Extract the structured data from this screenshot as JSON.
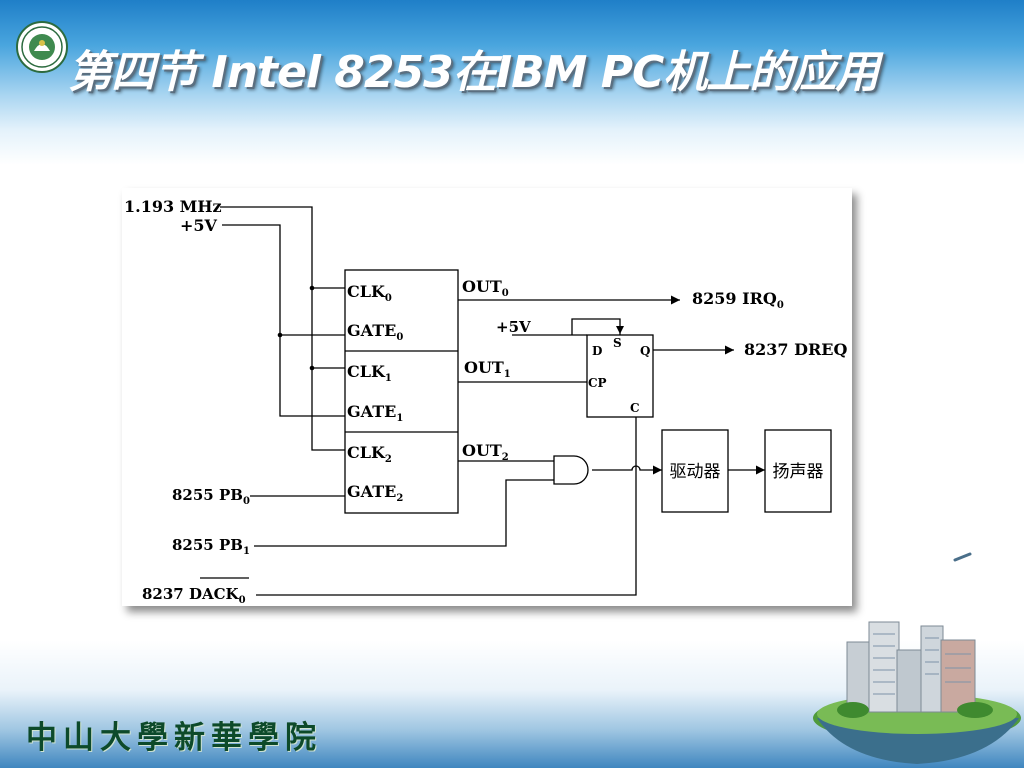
{
  "slide": {
    "title": "第四节 Intel 8253在IBM PC机上的应用",
    "footer_text": "中山大學新華學院",
    "logo_icon": "university-seal-icon",
    "building_icon": "campus-building-island-icon"
  },
  "diagram": {
    "inputs": {
      "clock": "1.193 MHz",
      "vcc": "+5V",
      "pb0": "8255 PB",
      "pb0_sub": "0",
      "pb1": "8255 PB",
      "pb1_sub": "1",
      "dack": "8237 DACK",
      "dack_sub": "0"
    },
    "counter": {
      "clk0": "CLK",
      "clk0_sub": "0",
      "gate0": "GATE",
      "gate0_sub": "0",
      "clk1": "CLK",
      "clk1_sub": "1",
      "gate1": "GATE",
      "gate1_sub": "1",
      "clk2": "CLK",
      "clk2_sub": "2",
      "gate2": "GATE",
      "gate2_sub": "2",
      "out0": "OUT",
      "out0_sub": "0",
      "out1": "OUT",
      "out1_sub": "1",
      "out2": "OUT",
      "out2_sub": "2"
    },
    "flipflop": {
      "vcc": "+5V",
      "d": "D",
      "s": "S",
      "q": "Q",
      "cp": "CP",
      "c": "C"
    },
    "outputs": {
      "irq": "8259 IRQ",
      "irq_sub": "0",
      "dreq": "8237 DREQ"
    },
    "driver_label": "驱动器",
    "speaker_label": "扬声器"
  }
}
